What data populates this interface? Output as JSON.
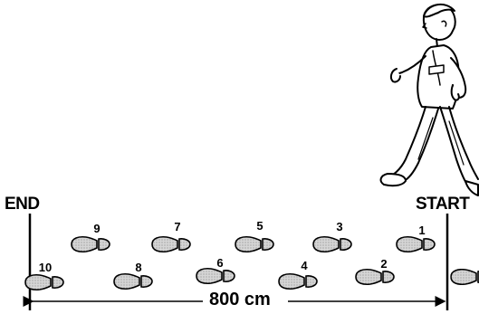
{
  "labels": {
    "end": "END",
    "start": "START",
    "distance": "800 cm"
  },
  "steps": [
    "1",
    "2",
    "3",
    "4",
    "5",
    "6",
    "7",
    "8",
    "9",
    "10"
  ],
  "figure": {
    "subject": "walking-person",
    "direction": "right-to-left"
  }
}
